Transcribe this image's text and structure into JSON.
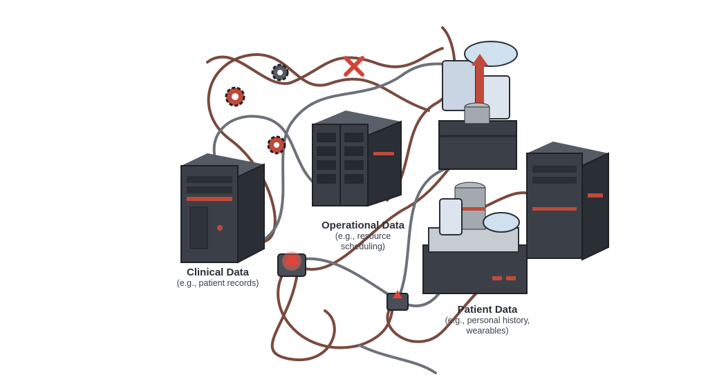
{
  "labels": {
    "clinical": {
      "title": "Clinical Data",
      "subtitle": "(e.g., patient records)"
    },
    "operational": {
      "title": "Operational Data",
      "subtitle1": "(e.g., resource",
      "subtitle2": "scheduling)"
    },
    "patient": {
      "title": "Patient Data",
      "subtitle1": "(e.g., personal history,",
      "subtitle2": "wearables)"
    }
  },
  "colors": {
    "server": "#3b4048",
    "server_dark": "#2a2e35",
    "cable_brown": "#7a4a3e",
    "cable_gray": "#6d7178",
    "accent_red": "#d2453a",
    "cloud": "#cfe0ef"
  }
}
